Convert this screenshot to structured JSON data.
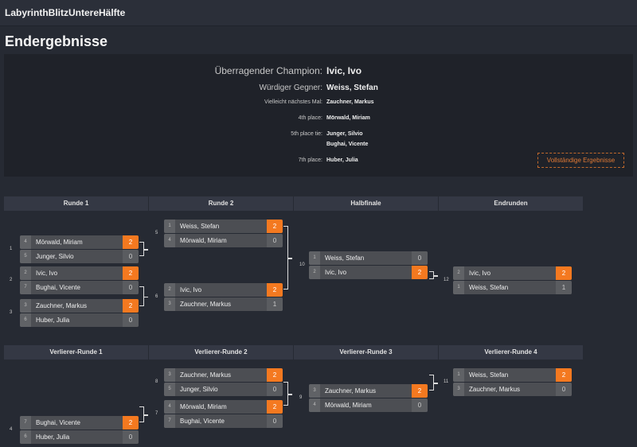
{
  "app_title": "LabyrinthBlitzUntereHälfte",
  "page_title": "Endergebnisse",
  "results": [
    {
      "label": "Überragender Champion:",
      "names": [
        "Ivic, Ivo"
      ]
    },
    {
      "label": "Würdiger Gegner:",
      "names": [
        "Weiss, Stefan"
      ]
    },
    {
      "label": "Vielleicht nächstes Mal:",
      "names": [
        "Zauchner, Markus"
      ]
    },
    {
      "label": "4th place:",
      "names": [
        "Mörwald, Miriam"
      ]
    },
    {
      "label": "5th place tie:",
      "names": [
        "Junger, Silvio",
        "Bughai, Vicente"
      ]
    },
    {
      "label": "7th place:",
      "names": [
        "Huber, Julia"
      ]
    }
  ],
  "full_results_button": "Vollständige Ergebnisse",
  "winners_rounds": [
    "Runde 1",
    "Runde 2",
    "Halbfinale",
    "Endrunden"
  ],
  "losers_rounds": [
    "Verlierer-Runde 1",
    "Verlierer-Runde 2",
    "Verlierer-Runde 3",
    "Verlierer-Runde 4"
  ],
  "matches": [
    {
      "id": "1",
      "players": [
        {
          "seed": "4",
          "name": "Mörwald, Miriam",
          "score": "2",
          "win": true
        },
        {
          "seed": "5",
          "name": "Junger, Silvio",
          "score": "0"
        }
      ]
    },
    {
      "id": "2",
      "players": [
        {
          "seed": "2",
          "name": "Ivic, Ivo",
          "score": "2",
          "win": true
        },
        {
          "seed": "7",
          "name": "Bughai, Vicente",
          "score": "0"
        }
      ]
    },
    {
      "id": "3",
      "players": [
        {
          "seed": "3",
          "name": "Zauchner, Markus",
          "score": "2",
          "win": true
        },
        {
          "seed": "6",
          "name": "Huber, Julia",
          "score": "0"
        }
      ]
    },
    {
      "id": "5",
      "players": [
        {
          "seed": "1",
          "name": "Weiss, Stefan",
          "score": "2",
          "win": true
        },
        {
          "seed": "4",
          "name": "Mörwald, Miriam",
          "score": "0"
        }
      ]
    },
    {
      "id": "6",
      "players": [
        {
          "seed": "2",
          "name": "Ivic, Ivo",
          "score": "2",
          "win": true
        },
        {
          "seed": "3",
          "name": "Zauchner, Markus",
          "score": "1"
        }
      ]
    },
    {
      "id": "10",
      "players": [
        {
          "seed": "1",
          "name": "Weiss, Stefan",
          "score": "0"
        },
        {
          "seed": "2",
          "name": "Ivic, Ivo",
          "score": "2",
          "win": true
        }
      ]
    },
    {
      "id": "12",
      "players": [
        {
          "seed": "2",
          "name": "Ivic, Ivo",
          "score": "2",
          "win": true
        },
        {
          "seed": "1",
          "name": "Weiss, Stefan",
          "score": "1"
        }
      ]
    },
    {
      "id": "4",
      "players": [
        {
          "seed": "7",
          "name": "Bughai, Vicente",
          "score": "2",
          "win": true
        },
        {
          "seed": "6",
          "name": "Huber, Julia",
          "score": "0"
        }
      ]
    },
    {
      "id": "8",
      "players": [
        {
          "seed": "3",
          "name": "Zauchner, Markus",
          "score": "2",
          "win": true
        },
        {
          "seed": "5",
          "name": "Junger, Silvio",
          "score": "0"
        }
      ]
    },
    {
      "id": "7",
      "players": [
        {
          "seed": "4",
          "name": "Mörwald, Miriam",
          "score": "2",
          "win": true
        },
        {
          "seed": "7",
          "name": "Bughai, Vicente",
          "score": "0"
        }
      ]
    },
    {
      "id": "9",
      "players": [
        {
          "seed": "3",
          "name": "Zauchner, Markus",
          "score": "2",
          "win": true
        },
        {
          "seed": "4",
          "name": "Mörwald, Miriam",
          "score": "0"
        }
      ]
    },
    {
      "id": "11",
      "players": [
        {
          "seed": "1",
          "name": "Weiss, Stefan",
          "score": "2",
          "win": true
        },
        {
          "seed": "3",
          "name": "Zauchner, Markus",
          "score": "0"
        }
      ]
    }
  ]
}
